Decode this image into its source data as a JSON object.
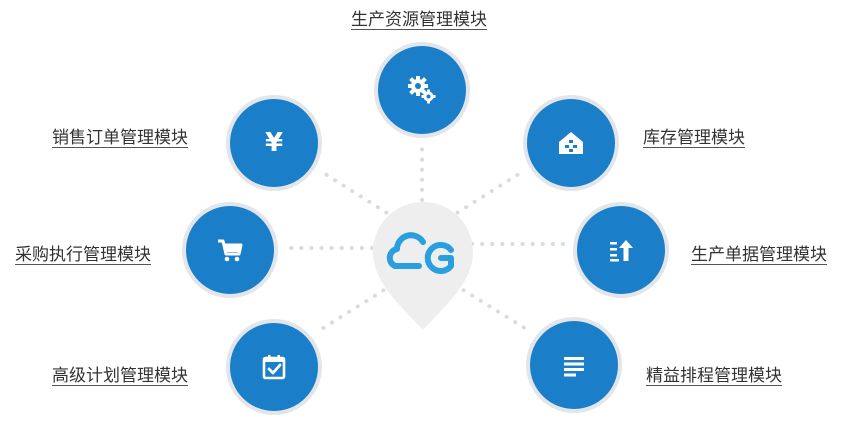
{
  "theme": {
    "node_color": "#1a7fc8",
    "ring_color": "#e2e5e9",
    "hub_color": "#eeeeee",
    "logo_color": "#2a9fe0",
    "dot_color": "#d9dcdf"
  },
  "hub": {
    "icon": "cloud-g-logo-icon"
  },
  "modules": [
    {
      "key": "production-resource",
      "label": "生产资源管理模块",
      "icon": "gears-icon"
    },
    {
      "key": "sales-order",
      "label": "销售订单管理模块",
      "icon": "yen-icon"
    },
    {
      "key": "inventory",
      "label": "库存管理模块",
      "icon": "warehouse-icon"
    },
    {
      "key": "purchase-execution",
      "label": "采购执行管理模块",
      "icon": "cart-icon"
    },
    {
      "key": "production-document",
      "label": "生产单据管理模块",
      "icon": "upload-list-icon"
    },
    {
      "key": "advanced-planning",
      "label": "高级计划管理模块",
      "icon": "calendar-check-icon"
    },
    {
      "key": "lean-scheduling",
      "label": "精益排程管理模块",
      "icon": "lines-list-icon"
    }
  ]
}
